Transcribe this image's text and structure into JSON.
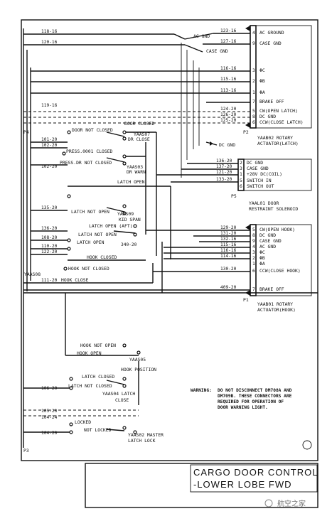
{
  "wires_top": [
    "118-16",
    "120-16"
  ],
  "wires_right_top": [
    "123-16",
    "127-16",
    "116-16",
    "115-16",
    "113-16",
    "124-20",
    "126-20",
    "125-20"
  ],
  "p2_pins": [
    {
      "n": "4",
      "label": "AC GROUND"
    },
    {
      "n": "9",
      "label": "CASE GND"
    },
    {
      "n": "3",
      "label": "ΦC"
    },
    {
      "n": "2",
      "label": "ΦB"
    },
    {
      "n": "1",
      "label": "ΦA"
    },
    {
      "n": "7",
      "label": "BRAKE OFF"
    },
    {
      "n": "5",
      "label": "CW(OPEN LATCH)"
    },
    {
      "n": "8",
      "label": "DC GND"
    },
    {
      "n": "6",
      "label": "CCW(CLOSE LATCH)"
    }
  ],
  "p2_plug": "P2",
  "p2_title": "YAAB02 ROTARY",
  "p2_sub": "ACTUATOR(LATCH)",
  "ac_gnd": "AC GND",
  "case_gnd": "CASE GND",
  "dc_gnd": "DC GND",
  "wires_mid": [
    "119-16",
    "101-20",
    "102-20",
    "102-20",
    "135-20",
    "136-20",
    "108-20",
    "110-20",
    "122-20",
    "340-20",
    "111-20"
  ],
  "wires_p5": [
    "136-20",
    "137-20",
    "121-20",
    "133-20"
  ],
  "p5_pins": [
    {
      "n": "2",
      "label": "DC GND"
    },
    {
      "n": "3",
      "label": "CASE GND"
    },
    {
      "n": "1",
      "label": "+28V DC(COIL)"
    },
    {
      "n": "5",
      "label": "SWITCH IN"
    },
    {
      "n": "6",
      "label": "SWITCH OUT"
    }
  ],
  "p5_plug": "P5",
  "p5_title": "YAAL01 DOOR",
  "p5_sub": "RESTRAINT SOLENOID",
  "wires_p1": [
    "129-20",
    "131-20",
    "132-16",
    "115-16",
    "116-16",
    "114-16",
    "130-20",
    "409-20"
  ],
  "p1_pins": [
    {
      "n": "5",
      "label": "CW(OPEN HOOK)"
    },
    {
      "n": "8",
      "label": "DC GND"
    },
    {
      "n": "9",
      "label": "CASE GND"
    },
    {
      "n": "4",
      "label": "AC GND"
    },
    {
      "n": "3",
      "label": "ΦC"
    },
    {
      "n": "2",
      "label": "ΦB"
    },
    {
      "n": "1",
      "label": "ΦA"
    },
    {
      "n": "6",
      "label": "CCW(CLOSE HOOK)"
    },
    {
      "n": "7",
      "label": "BRAKE OFF"
    }
  ],
  "p1_plug": "P1",
  "p1_title": "YAAB01 ROTARY",
  "p1_sub": "ACTUATOR(HOOK)",
  "switches": {
    "s7_a": "DOOR NOT CLOSED",
    "s7_b": "DOOR CLOSED",
    "s7_name": "YAAS07",
    "s7_desc": "DR CLOSE",
    "s3_a": "PRESS.0001 CLOSED",
    "s3_b": "PRESS.DR NOT CLOSED",
    "s3_name": "YAAS03",
    "s3_desc": "DR WARN",
    "latch_open": "LATCH OPEN",
    "s9_a": "LATCH NOT OPEN",
    "s9_name": "YAAS09",
    "s9_desc": "KID SPAN",
    "s9_b": "LATCH OPEN (AFT)",
    "s9_c": "LATCH NOT OPEN",
    "s9_d": "LATCH OPEN",
    "s9_e": "HOOK CLOSED",
    "s8_name": "YAAS08",
    "s8_a": "HOOK NOT CLOSED",
    "s8_b": "HOOK CLOSE"
  },
  "lower_switches": {
    "s5_a": "HOOK NOT OPEN",
    "s5_b": "HOOK OPEN",
    "s5_name": "YAAS05",
    "s5_desc": "HOOK POSITION",
    "s4_a": "LATCH CLOSED",
    "s4_b": "LATCH NOT CLOSED",
    "s4_name": "YAAS04 LATCH",
    "s4_desc": "CLOSE",
    "s2_a": "LOCKED",
    "s2_b": "NOT LOCKED",
    "s2_name": "YAAS02 MASTER",
    "s2_desc": "LATCH LOCK"
  },
  "wires_bottom": [
    "106-20",
    "105-20",
    "104-24",
    "104-20"
  ],
  "plug_p3": "P3",
  "plug_p4": "P4",
  "warning": {
    "title": "WARNING:",
    "lines": [
      "DO NOT DISCONNECT DM708A AND",
      "DM709B. THESE CONNECTORS ARE",
      "REQUIRED FOR OPERATION OF",
      "DOOR WARNING LIGHT."
    ]
  },
  "title_block": {
    "line1": "CARGO DOOR CONTROL",
    "line2": "-LOWER LOBE FWD"
  },
  "watermark": "航空之家"
}
